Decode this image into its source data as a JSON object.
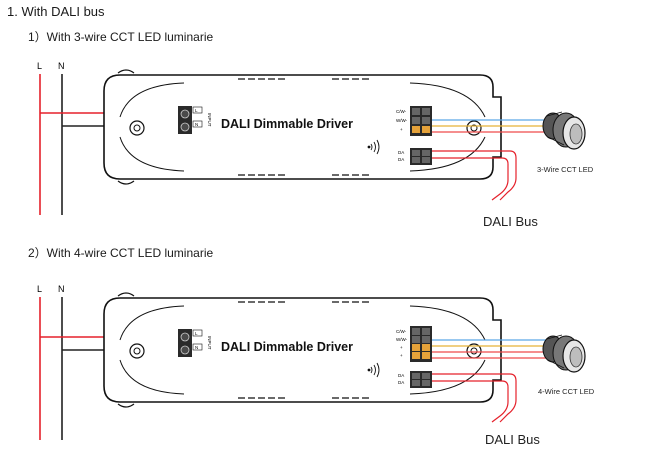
{
  "title": "1. With DALI bus",
  "diagrams": [
    {
      "caption": "1）With 3-wire CCT LED luminarie",
      "line_label": "L",
      "neutral_label": "N",
      "driver_label": "DALI Dimmable Driver",
      "led_label": "3-Wire CCT LED",
      "bus_label": "DALI Bus",
      "output_terminals": [
        "C/W-",
        "W/W-",
        "+"
      ],
      "dali_terminals": [
        "DA",
        "DA"
      ],
      "input_terminals": [
        "L",
        "N"
      ],
      "input_label": "INPUT",
      "output_colors": [
        "#5aa7e6",
        "#e5b238",
        "#ef4b4b"
      ]
    },
    {
      "caption": "2）With 4-wire CCT LED luminarie",
      "line_label": "L",
      "neutral_label": "N",
      "driver_label": "DALI Dimmable Driver",
      "led_label": "4-Wire CCT LED",
      "bus_label": "DALI Bus",
      "output_terminals": [
        "C/W-",
        "W/W-",
        "+",
        "+"
      ],
      "dali_terminals": [
        "DA",
        "DA"
      ],
      "input_terminals": [
        "L",
        "N"
      ],
      "input_label": "INPUT",
      "output_colors": [
        "#5aa7e6",
        "#e5b238",
        "#ef4b4b",
        "#ef4b4b"
      ]
    }
  ],
  "colors": {
    "live": "#e5212b",
    "neutral": "#222222",
    "dali": "#e5212b",
    "outline": "#111111"
  }
}
